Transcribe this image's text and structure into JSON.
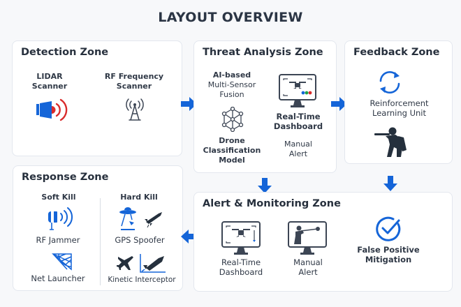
{
  "title": "LAYOUT OVERVIEW",
  "colors": {
    "accent": "#1565d8",
    "alert_red": "#d92b2b",
    "dark_icon": "#2f3a48",
    "green": "#1e9e4a"
  },
  "zones": {
    "detection": {
      "title": "Detection Zone",
      "items": [
        {
          "label_line1": "LIDAR",
          "label_line2": "Scanner",
          "icon": "lidar-icon"
        },
        {
          "label_line1": "RF Frequency",
          "label_line2": "Scanner",
          "icon": "antenna-icon"
        }
      ]
    },
    "threat_analysis": {
      "title": "Threat Analysis Zone",
      "fusion": {
        "line1": "AI-based",
        "line2": "Multi-Sensor",
        "line3": "Fusion"
      },
      "classification": {
        "line1": "Drone",
        "line2": "Classification",
        "line3": "Model",
        "icon": "neural-network-icon"
      },
      "dashboard": {
        "line1": "Real-Time",
        "line2": "Dashboard",
        "icon": "monitor-drone-icon"
      },
      "manual_alert": {
        "line1": "Manual",
        "line2": "Alert"
      }
    },
    "feedback": {
      "title": "Feedback Zone",
      "rl_unit": {
        "line1": "Reinforcement",
        "line2": "Learning Unit",
        "icon": "refresh-icon"
      },
      "operator_icon": "shooter-icon"
    },
    "response": {
      "title": "Response Zone",
      "soft_kill": {
        "heading": "Soft Kill",
        "items": [
          {
            "label": "RF Jammer",
            "icon": "jammer-icon"
          },
          {
            "label": "Net Launcher",
            "icon": "net-icon"
          }
        ]
      },
      "hard_kill": {
        "heading": "Hard Kill",
        "items": [
          {
            "label": "GPS Spoofer",
            "icon": "spoofer-icon"
          },
          {
            "label": "Kinetic Interceptor",
            "icon": "interceptor-icon"
          }
        ]
      }
    },
    "alert_monitoring": {
      "title": "Alert & Monitoring Zone",
      "items": [
        {
          "line1": "Real-Time",
          "line2": "Dashboard",
          "icon": "monitor-drone-icon"
        },
        {
          "line1": "Manual",
          "line2": "Alert",
          "icon": "monitor-operator-icon"
        },
        {
          "line1": "False Positive",
          "line2": "Mitigation",
          "icon": "check-circle-icon"
        }
      ]
    }
  },
  "flow": [
    {
      "from": "Detection Zone",
      "to": "Threat Analysis Zone",
      "direction": "right"
    },
    {
      "from": "Threat Analysis Zone",
      "to": "Feedback Zone",
      "direction": "right"
    },
    {
      "from": "Threat Analysis Zone",
      "to": "Alert & Monitoring Zone",
      "direction": "down"
    },
    {
      "from": "Feedback Zone",
      "to": "Alert & Monitoring Zone",
      "direction": "down"
    },
    {
      "from": "Alert & Monitoring Zone",
      "to": "Response Zone",
      "direction": "left"
    }
  ]
}
